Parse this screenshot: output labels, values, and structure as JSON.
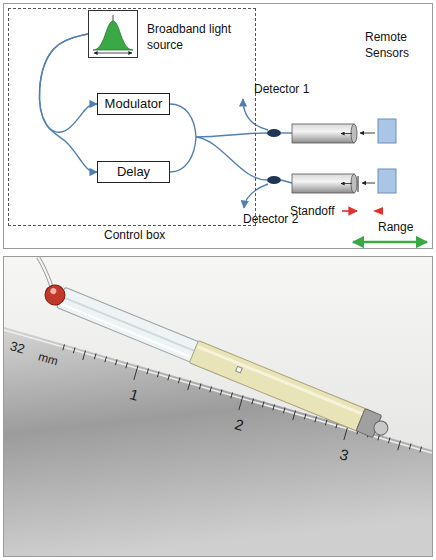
{
  "diagram": {
    "nodes": [
      {
        "text": [
          "Control box"
        ]
      },
      {
        "text": [
          "Broadband light source"
        ],
        "in": 0
      },
      {
        "text": [
          "Modulator"
        ],
        "in": 0
      },
      {
        "text": [
          "Delay"
        ],
        "in": 0
      }
    ],
    "edges": [
      {
        "from": 1,
        "to": 2,
        "arrow": "to"
      },
      {
        "from": 1,
        "to": 3,
        "arrow": "to"
      }
    ],
    "labels": [
      "Detector 1",
      "Detector 2",
      "Remote Sensors",
      "Standoff",
      "Range",
      "32",
      "mm",
      "1",
      "2",
      "3"
    ]
  }
}
